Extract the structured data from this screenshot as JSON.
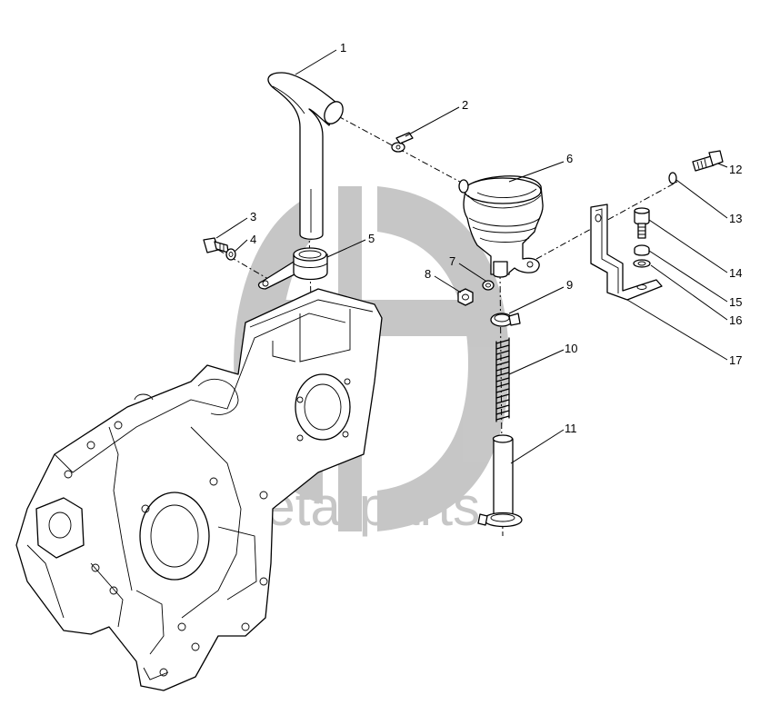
{
  "watermark": {
    "text": "deta-parts",
    "color": "#bdbdbd"
  },
  "callouts": [
    "1",
    "2",
    "3",
    "4",
    "5",
    "6",
    "7",
    "8",
    "9",
    "10",
    "11",
    "12",
    "13",
    "14",
    "15",
    "16",
    "17"
  ]
}
